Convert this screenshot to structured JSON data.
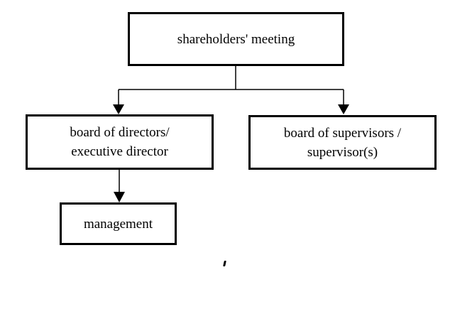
{
  "diagram": {
    "nodes": {
      "shareholders": {
        "line1": "shareholders' meeting"
      },
      "board": {
        "line1": "board of directors/",
        "line2": "executive director"
      },
      "supervisors": {
        "line1": "board of supervisors /",
        "line2": "supervisor(s)"
      },
      "management": {
        "line1": "management"
      }
    },
    "edges": [
      {
        "from": "shareholders",
        "to": "board"
      },
      {
        "from": "shareholders",
        "to": "supervisors"
      },
      {
        "from": "board",
        "to": "management"
      }
    ]
  }
}
